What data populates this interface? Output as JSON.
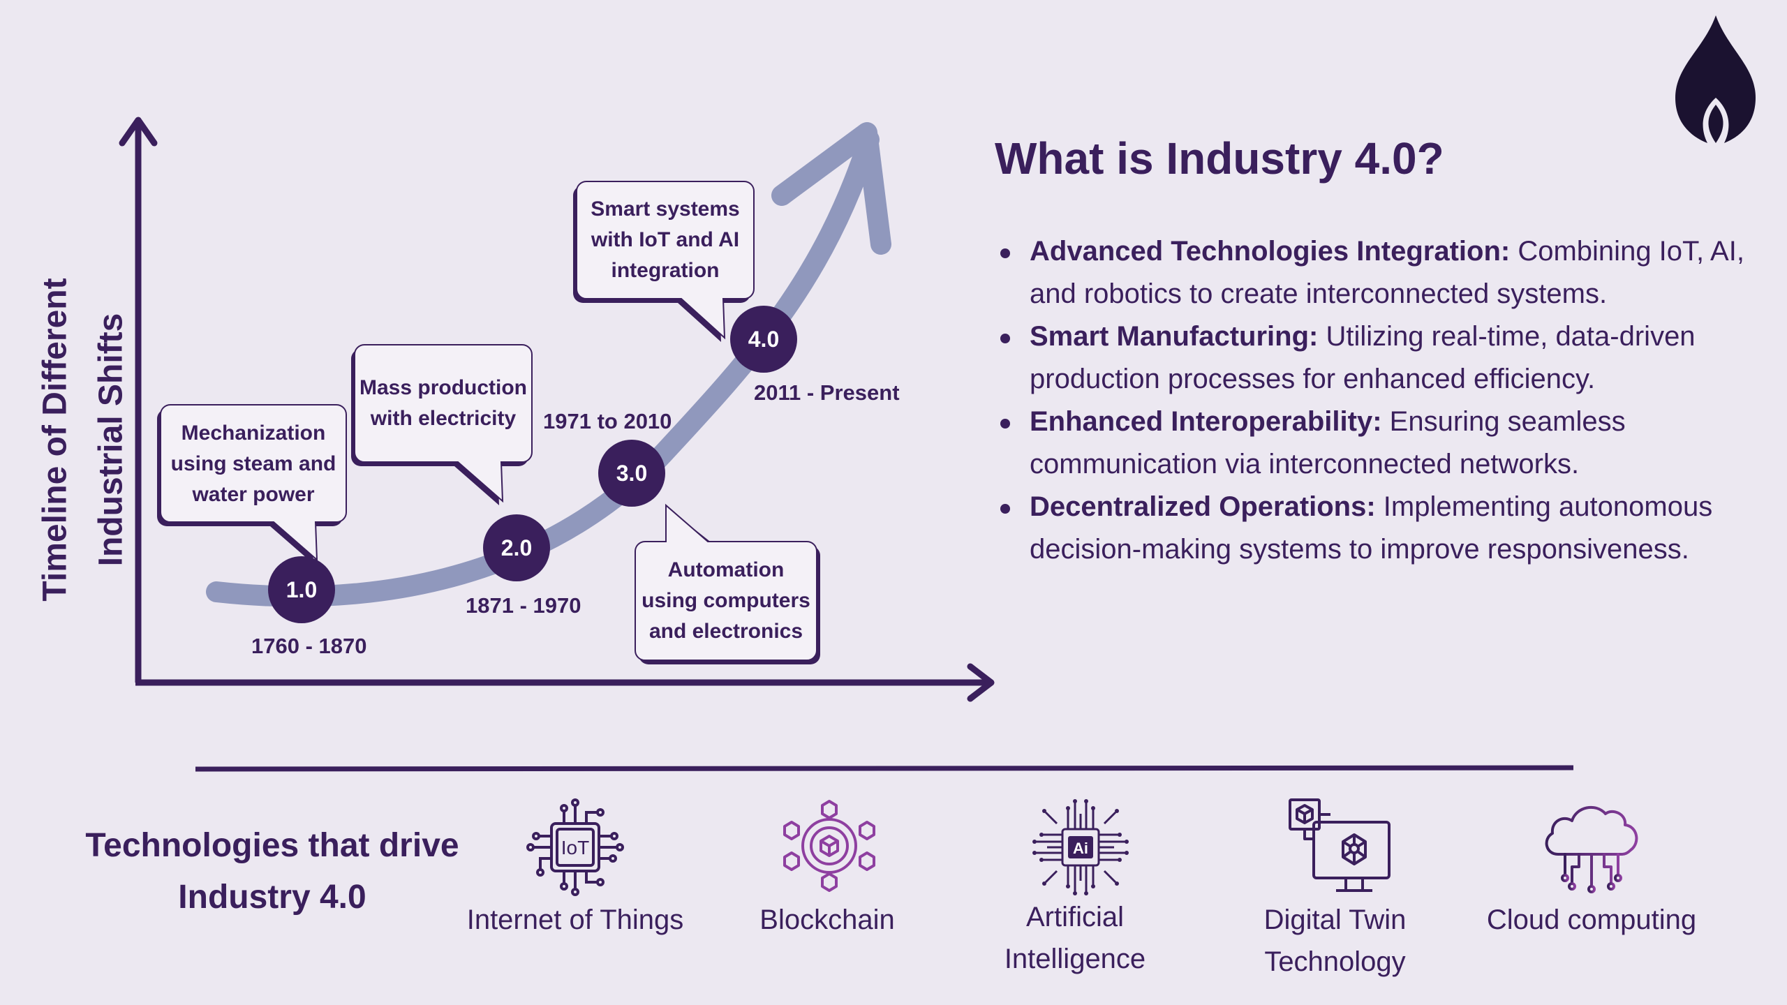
{
  "y_axis_label": [
    "Timeline of Different",
    "Industrial Shifts"
  ],
  "stages": [
    {
      "label": "1.0",
      "period": "1760 - 1870",
      "description": [
        "Mechanization",
        "using steam and",
        "water power"
      ]
    },
    {
      "label": "2.0",
      "period": "1871 - 1970",
      "description": [
        "Mass production",
        "with electricity"
      ]
    },
    {
      "label": "3.0",
      "period": "1971 to 2010",
      "description": [
        "Automation",
        "using computers",
        "and electronics"
      ]
    },
    {
      "label": "4.0",
      "period": "2011 - Present",
      "description": [
        "Smart systems",
        "with IoT and AI",
        "integration"
      ]
    }
  ],
  "heading": "What is Industry 4.0?",
  "bullets": [
    {
      "term": "Advanced Technologies Integration:",
      "text": " Combining IoT, AI, and robotics to create interconnected systems."
    },
    {
      "term": "Smart Manufacturing:",
      "text": " Utilizing real-time, data-driven production processes for enhanced efficiency."
    },
    {
      "term": "Enhanced Interoperability:",
      "text": " Ensuring seamless communication via interconnected networks."
    },
    {
      "term": "Decentralized Operations:",
      "text": " Implementing autonomous decision-making systems to improve responsiveness."
    }
  ],
  "technologies_title": [
    "Technologies that drive",
    "Industry 4.0"
  ],
  "technologies": [
    {
      "icon": "iot-chip-icon",
      "icon_text": "IoT",
      "label": [
        "Internet of Things"
      ]
    },
    {
      "icon": "blockchain-icon",
      "label": [
        "Blockchain"
      ]
    },
    {
      "icon": "ai-chip-icon",
      "icon_text": "Ai",
      "label": [
        "Artificial",
        "Intelligence"
      ]
    },
    {
      "icon": "digital-twin-icon",
      "label": [
        "Digital Twin",
        "Technology"
      ]
    },
    {
      "icon": "cloud-computing-icon",
      "label": [
        "Cloud computing"
      ]
    }
  ],
  "logo_icon": "flame-logo-icon",
  "colors": {
    "primary": "#3a1f5c",
    "curve": "#9098bd",
    "background": "#ece8f1",
    "accent": "#8e3fa0"
  }
}
